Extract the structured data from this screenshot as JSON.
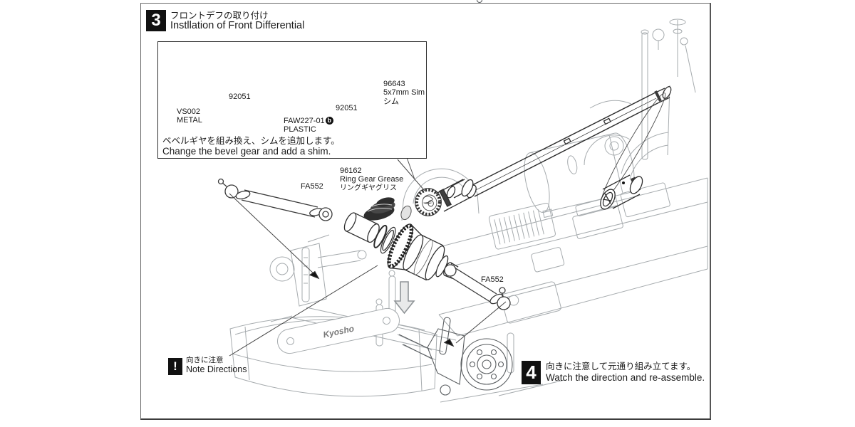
{
  "colors": {
    "ink": "#1a1a1a",
    "dark_line": "#2e2e2e",
    "light_line": "#a6abae",
    "mid_line": "#5a5e61",
    "arrow_gray": "#c6c8c9"
  },
  "step3": {
    "number": "3",
    "title_jp": "フロントデフの取り付け",
    "title_en": "Instllation of Front Differential"
  },
  "inset": {
    "parts": {
      "vs002_code": "VS002",
      "vs002_material": "METAL",
      "pin_left": "92051",
      "pin_right": "92051",
      "faw_code": "FAW227-01",
      "faw_badge": "b",
      "faw_material": "PLASTIC",
      "shim_code": "96643",
      "shim_size": "5x7mm Sim",
      "shim_jp": "シム"
    },
    "caption_jp": "ベベルギヤを組み換え、シムを追加します。",
    "caption_en": "Change the bevel gear and add a shim."
  },
  "main": {
    "grease_code": "96162",
    "grease_en": "Ring Gear Grease",
    "grease_jp": "リングギヤグリス",
    "shaft_label_1": "FA552",
    "shaft_label_2": "FA552",
    "logo": "Kyosho"
  },
  "note": {
    "icon": "!",
    "jp": "向きに注意",
    "en": "Note Directions"
  },
  "step4": {
    "number": "4",
    "jp": "向きに注意して元通り組み立てます。",
    "en": "Watch the direction and re-assemble."
  }
}
